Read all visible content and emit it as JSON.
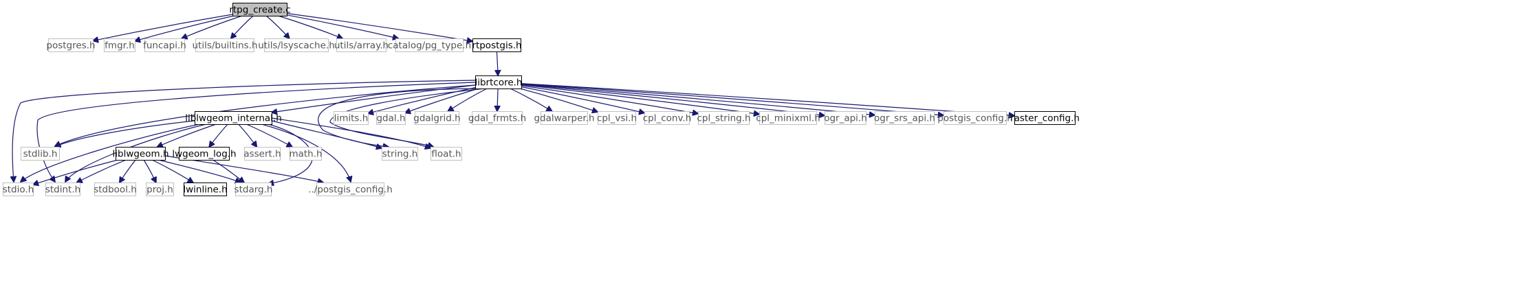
{
  "diagram": {
    "nodes": [
      {
        "id": "rtpg_create_c",
        "label": "rtpg_create.c",
        "style": "current"
      },
      {
        "id": "postgres_h",
        "label": "postgres.h",
        "style": "external"
      },
      {
        "id": "fmgr_h",
        "label": "fmgr.h",
        "style": "external"
      },
      {
        "id": "funcapi_h",
        "label": "funcapi.h",
        "style": "external"
      },
      {
        "id": "utils_builtins_h",
        "label": "utils/builtins.h",
        "style": "external"
      },
      {
        "id": "utils_lsyscache_h",
        "label": "utils/lsyscache.h",
        "style": "external"
      },
      {
        "id": "utils_array_h",
        "label": "utils/array.h",
        "style": "external"
      },
      {
        "id": "catalog_pg_type_h",
        "label": "catalog/pg_type.h",
        "style": "external"
      },
      {
        "id": "rtpostgis_h",
        "label": "rtpostgis.h",
        "style": "documented"
      },
      {
        "id": "librtcore_h",
        "label": "librtcore.h",
        "style": "documented"
      },
      {
        "id": "liblwgeom_internal_h",
        "label": "liblwgeom_internal.h",
        "style": "documented"
      },
      {
        "id": "limits_h",
        "label": "limits.h",
        "style": "external"
      },
      {
        "id": "gdal_h",
        "label": "gdal.h",
        "style": "external"
      },
      {
        "id": "gdalgrid_h",
        "label": "gdalgrid.h",
        "style": "external"
      },
      {
        "id": "gdal_frmts_h",
        "label": "gdal_frmts.h",
        "style": "external"
      },
      {
        "id": "gdalwarper_h",
        "label": "gdalwarper.h",
        "style": "external"
      },
      {
        "id": "cpl_vsi_h",
        "label": "cpl_vsi.h",
        "style": "external"
      },
      {
        "id": "cpl_conv_h",
        "label": "cpl_conv.h",
        "style": "external"
      },
      {
        "id": "cpl_string_h",
        "label": "cpl_string.h",
        "style": "external"
      },
      {
        "id": "cpl_minixml_h",
        "label": "cpl_minixml.h",
        "style": "external"
      },
      {
        "id": "ogr_api_h",
        "label": "ogr_api.h",
        "style": "external"
      },
      {
        "id": "ogr_srs_api_h",
        "label": "ogr_srs_api.h",
        "style": "external"
      },
      {
        "id": "postgis_config_h",
        "label": "postgis_config.h",
        "style": "external"
      },
      {
        "id": "raster_config_h",
        "label": "raster_config.h",
        "style": "documented"
      },
      {
        "id": "stdlib_h",
        "label": "stdlib.h",
        "style": "external"
      },
      {
        "id": "liblwgeom_h",
        "label": "liblwgeom.h",
        "style": "documented"
      },
      {
        "id": "lwgeom_log_h",
        "label": "lwgeom_log.h",
        "style": "documented"
      },
      {
        "id": "assert_h",
        "label": "assert.h",
        "style": "external"
      },
      {
        "id": "math_h",
        "label": "math.h",
        "style": "external"
      },
      {
        "id": "string_h",
        "label": "string.h",
        "style": "external"
      },
      {
        "id": "float_h",
        "label": "float.h",
        "style": "external"
      },
      {
        "id": "stdio_h",
        "label": "stdio.h",
        "style": "external"
      },
      {
        "id": "stdint_h",
        "label": "stdint.h",
        "style": "external"
      },
      {
        "id": "stdbool_h",
        "label": "stdbool.h",
        "style": "external"
      },
      {
        "id": "proj_h",
        "label": "proj.h",
        "style": "external"
      },
      {
        "id": "lwinline_h",
        "label": "lwinline.h",
        "style": "documented"
      },
      {
        "id": "stdarg_h",
        "label": "stdarg.h",
        "style": "external"
      },
      {
        "id": "dotdot_postgis_config_h",
        "label": "../postgis_config.h",
        "style": "external"
      }
    ],
    "edges": [
      [
        "rtpg_create_c",
        "postgres_h"
      ],
      [
        "rtpg_create_c",
        "fmgr_h"
      ],
      [
        "rtpg_create_c",
        "funcapi_h"
      ],
      [
        "rtpg_create_c",
        "utils_builtins_h"
      ],
      [
        "rtpg_create_c",
        "utils_lsyscache_h"
      ],
      [
        "rtpg_create_c",
        "utils_array_h"
      ],
      [
        "rtpg_create_c",
        "catalog_pg_type_h"
      ],
      [
        "rtpg_create_c",
        "rtpostgis_h"
      ],
      [
        "rtpostgis_h",
        "librtcore_h"
      ],
      [
        "librtcore_h",
        "liblwgeom_internal_h"
      ],
      [
        "librtcore_h",
        "limits_h"
      ],
      [
        "librtcore_h",
        "gdal_h"
      ],
      [
        "librtcore_h",
        "gdalgrid_h"
      ],
      [
        "librtcore_h",
        "gdal_frmts_h"
      ],
      [
        "librtcore_h",
        "gdalwarper_h"
      ],
      [
        "librtcore_h",
        "cpl_vsi_h"
      ],
      [
        "librtcore_h",
        "cpl_conv_h"
      ],
      [
        "librtcore_h",
        "cpl_string_h"
      ],
      [
        "librtcore_h",
        "cpl_minixml_h"
      ],
      [
        "librtcore_h",
        "ogr_api_h"
      ],
      [
        "librtcore_h",
        "ogr_srs_api_h"
      ],
      [
        "librtcore_h",
        "postgis_config_h"
      ],
      [
        "librtcore_h",
        "raster_config_h"
      ],
      [
        "librtcore_h",
        "stdlib_h"
      ],
      [
        "librtcore_h",
        "stdio_h"
      ],
      [
        "librtcore_h",
        "stdint_h"
      ],
      [
        "librtcore_h",
        "string_h"
      ],
      [
        "librtcore_h",
        "float_h"
      ],
      [
        "liblwgeom_internal_h",
        "stdlib_h"
      ],
      [
        "liblwgeom_internal_h",
        "liblwgeom_h"
      ],
      [
        "liblwgeom_internal_h",
        "lwgeom_log_h"
      ],
      [
        "liblwgeom_internal_h",
        "assert_h"
      ],
      [
        "liblwgeom_internal_h",
        "math_h"
      ],
      [
        "liblwgeom_internal_h",
        "string_h"
      ],
      [
        "liblwgeom_internal_h",
        "float_h"
      ],
      [
        "liblwgeom_internal_h",
        "stdio_h"
      ],
      [
        "liblwgeom_internal_h",
        "stdint_h"
      ],
      [
        "liblwgeom_internal_h",
        "stdarg_h"
      ],
      [
        "liblwgeom_internal_h",
        "dotdot_postgis_config_h"
      ],
      [
        "liblwgeom_h",
        "stdio_h"
      ],
      [
        "liblwgeom_h",
        "stdint_h"
      ],
      [
        "liblwgeom_h",
        "stdbool_h"
      ],
      [
        "liblwgeom_h",
        "proj_h"
      ],
      [
        "liblwgeom_h",
        "lwinline_h"
      ],
      [
        "liblwgeom_h",
        "stdarg_h"
      ],
      [
        "liblwgeom_h",
        "dotdot_postgis_config_h"
      ],
      [
        "lwgeom_log_h",
        "stdarg_h"
      ]
    ],
    "colors": {
      "edge": "#191970",
      "current_fill": "#bfbfbf",
      "current_border": "#000000",
      "documented_border": "#000000",
      "external_border": "#bfbfbf",
      "external_text": "#555555"
    }
  }
}
